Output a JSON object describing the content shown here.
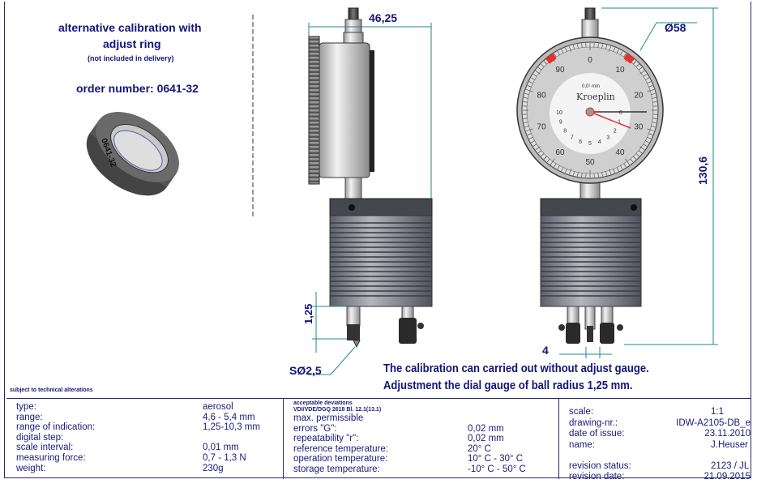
{
  "left_panel": {
    "title_line1": "alternative calibration with",
    "title_line2": "adjust ring",
    "subtitle": "(not included in delivery)",
    "order_number": "order number: 0641-32",
    "ring_engraving": "0641-32"
  },
  "dimensions": {
    "width": "46,25",
    "diameter": "Ø58",
    "height": "130,6",
    "tip_offset": "1,25",
    "ball": "SØ2,5",
    "leg_gap": "4"
  },
  "dial": {
    "brand": "Kroeplin",
    "unit": "0,0¹ mm",
    "outer_labels": [
      "0",
      "10",
      "20",
      "30",
      "40",
      "50",
      "60",
      "70",
      "80",
      "90"
    ],
    "inner_labels": [
      "10",
      "9",
      "8",
      "7",
      "6",
      "5",
      "4",
      "3",
      "2",
      "1",
      "0"
    ],
    "colors": {
      "marker": "#e8302a",
      "pointer": "#e8302a"
    }
  },
  "notes": {
    "line1": "The calibration can carried out without adjust gauge.",
    "line2": "Adjustment the dial gauge of ball radius 1,25 mm.",
    "alterations": "subject to technical alterations"
  },
  "specs": [
    {
      "label": "type:",
      "value": "aerosol"
    },
    {
      "label": "range:",
      "value": "4,6 - 5,4 mm"
    },
    {
      "label": "range of indication:",
      "value": "1,25-10,3 mm"
    },
    {
      "label": "digital step:",
      "value": ""
    },
    {
      "label": "scale interval:",
      "value": "0,01 mm"
    },
    {
      "label": "measuring force:",
      "value": "0,7 - 1,3 N"
    },
    {
      "label": "weight:",
      "value": "230g"
    }
  ],
  "deviations": {
    "heading1": "acceptable deviations",
    "heading2": "VDI/VDE/DGQ 2618 Bl. 12.1(13.1)",
    "max": "max. permissible",
    "rows": [
      {
        "label": "errors \"G\":",
        "value": "0,02 mm"
      },
      {
        "label": "repeatability \"r\":",
        "value": "0,02 mm"
      },
      {
        "label": "reference temperature:",
        "value": "20° C"
      },
      {
        "label": "operation temperature:",
        "value": "10° C - 30° C"
      },
      {
        "label": "storage temperature:",
        "value": "-10° C - 50° C"
      }
    ]
  },
  "drawing_info": [
    {
      "label": "scale:",
      "value": "1:1"
    },
    {
      "label": "drawing-nr.:",
      "value": "IDW-A2105-DB_e"
    },
    {
      "label": "date of issue:",
      "value": "23.11.2010"
    },
    {
      "label": "name:",
      "value": "J.Heuser"
    },
    {
      "label": "",
      "value": ""
    },
    {
      "label": "revision status:",
      "value": "2123 / JL"
    },
    {
      "label": "revision date:",
      "value": "21.09.2015"
    }
  ]
}
